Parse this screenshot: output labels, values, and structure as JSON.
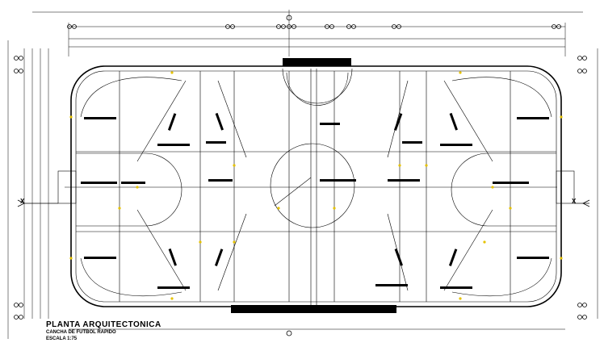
{
  "plan": {
    "title": "PLANTA ARQUITECTONICA",
    "subtitle": "CANCHA DE FUTBOL RAPIDO",
    "scale": "ESCALA 1:75",
    "section_mark": "X"
  },
  "colors": {
    "line": "#000000",
    "accent_dot": "#e6c200",
    "background": "#ffffff"
  }
}
